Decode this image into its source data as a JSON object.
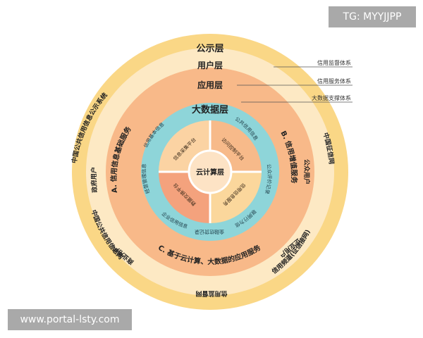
{
  "badges": {
    "tg": "TG: MYYJJPP",
    "site": "www.portal-lsty.com"
  },
  "layers": {
    "public": "公示层",
    "user": "用户层",
    "application": "应用层",
    "bigdata": "大数据层",
    "cloud": "云计算层"
  },
  "legend": {
    "supervision": "信用监督体系",
    "service": "信用服务体系",
    "support": "大数据支撑体系"
  },
  "public_ring": {
    "left": "中国公共信用信息公示系统",
    "right": "中国征信网",
    "bottom_left": "中国公共信用信息网",
    "bottom_right": "信用频道(征信接网)",
    "bottom": "信用监督网"
  },
  "user_ring": {
    "left": "政府用户",
    "right": "公众用户",
    "bottom_left": "商业用户",
    "bottom_right": "企业用户"
  },
  "application_ring": {
    "left": "A. 信用信息基础服务",
    "right": "B. 信用增值服务",
    "bottom": "C. 基于云计算、大数据的应用服务"
  },
  "bigdata_ring": {
    "top_left": "信用基本信息",
    "top_right": "公共信用信息",
    "right": "公众评价记录",
    "bottom_right": "互联网行为信息",
    "bottom": "金融信贷记录",
    "bottom_left": "企业信用信息",
    "left": "经营管理信息"
  },
  "quadrants": {
    "top_left": "信息采集平台",
    "top_right": "访问控制平台",
    "bottom_right": "信用信息服务",
    "bottom_left": "数据交换平台"
  },
  "colors": {
    "public": "#fad786",
    "user": "#fde9c4",
    "application": "#f8b989",
    "bigdata": "#8ed5d9",
    "quad_tl": "#fbd3a3",
    "quad_tr": "#f7ba8a",
    "quad_br": "#fbd79c",
    "quad_bl": "#f4a27d",
    "center": "#fde3c5",
    "legend_line": "#555555"
  }
}
